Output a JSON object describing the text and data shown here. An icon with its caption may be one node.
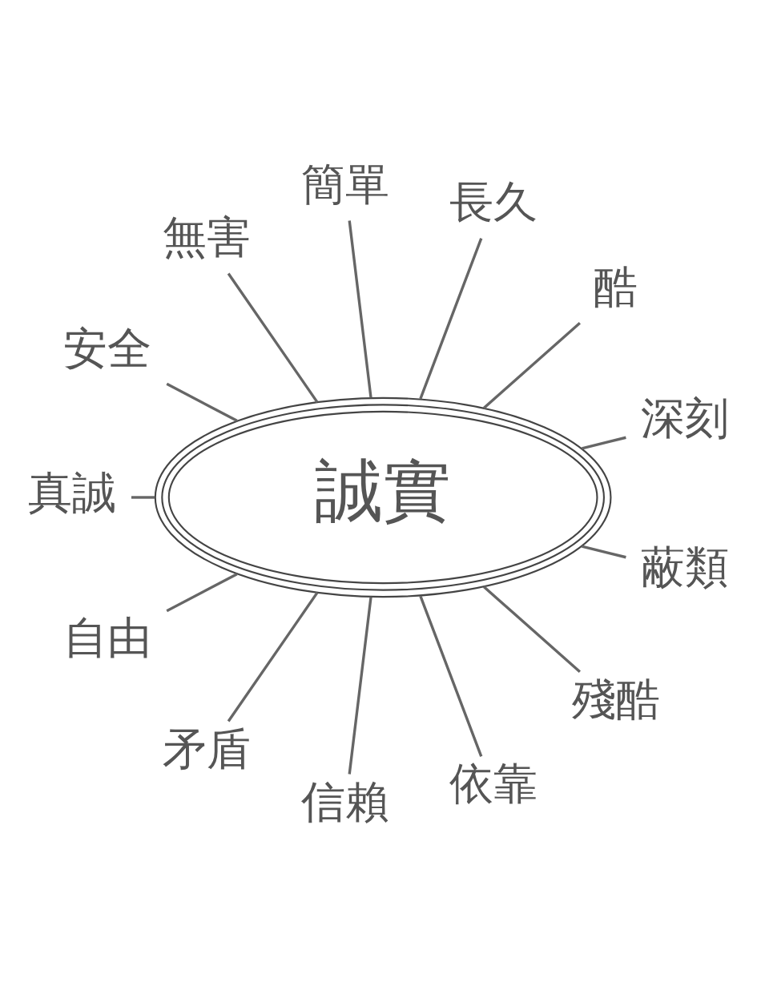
{
  "diagram": {
    "nodes": [
      {
        "text": [
          "誠實"
        ]
      },
      {
        "text": [
          "深刻"
        ]
      },
      {
        "text": [
          "酷"
        ]
      },
      {
        "text": [
          "長久"
        ]
      },
      {
        "text": [
          "簡單"
        ]
      },
      {
        "text": [
          "無害"
        ]
      },
      {
        "text": [
          "安全"
        ]
      },
      {
        "text": [
          "真誠"
        ]
      },
      {
        "text": [
          "自由"
        ]
      },
      {
        "text": [
          "矛盾"
        ]
      },
      {
        "text": [
          "信賴"
        ]
      },
      {
        "text": [
          "依靠"
        ]
      },
      {
        "text": [
          "殘酷"
        ]
      },
      {
        "text": [
          "蔽類"
        ]
      }
    ],
    "edges": [
      {
        "from": 1,
        "to": 0,
        "arrow": "none"
      },
      {
        "from": 2,
        "to": 0,
        "arrow": "none"
      },
      {
        "from": 3,
        "to": 0,
        "arrow": "none"
      },
      {
        "from": 4,
        "to": 0,
        "arrow": "none"
      },
      {
        "from": 5,
        "to": 0,
        "arrow": "none"
      },
      {
        "from": 6,
        "to": 0,
        "arrow": "none"
      },
      {
        "from": 7,
        "to": 0,
        "arrow": "none"
      },
      {
        "from": 8,
        "to": 0,
        "arrow": "none"
      },
      {
        "from": 9,
        "to": 0,
        "arrow": "none"
      },
      {
        "from": 10,
        "to": 0,
        "arrow": "none"
      },
      {
        "from": 11,
        "to": 0,
        "arrow": "none"
      },
      {
        "from": 12,
        "to": 0,
        "arrow": "none"
      },
      {
        "from": 13,
        "to": 0,
        "arrow": "none"
      }
    ]
  }
}
